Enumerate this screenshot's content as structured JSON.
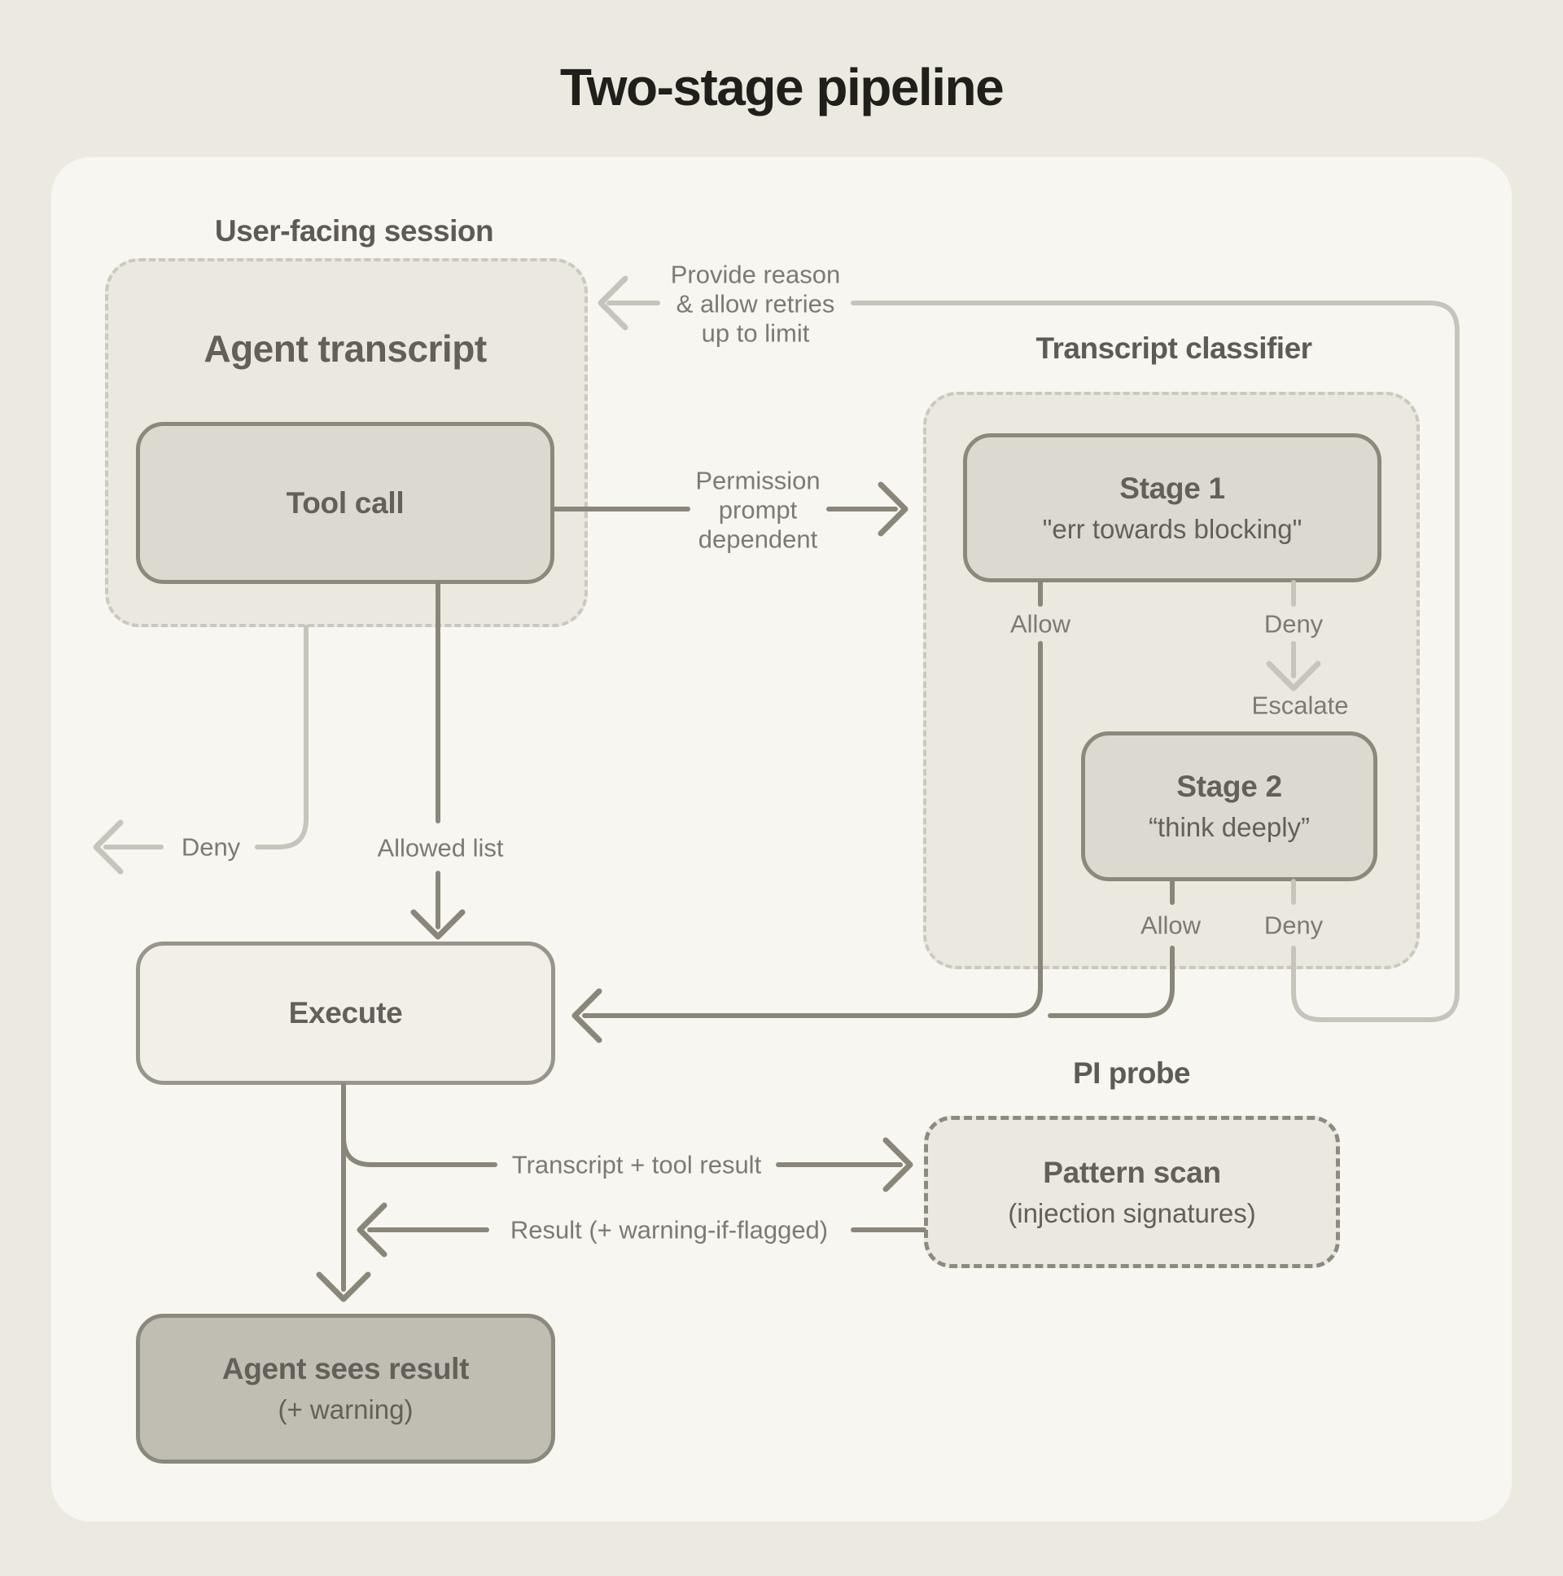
{
  "title": "Two-stage pipeline",
  "session": {
    "label": "User-facing session",
    "heading": "Agent transcript",
    "tool_call_label": "Tool call"
  },
  "classifier": {
    "label": "Transcript classifier",
    "stage1": {
      "title": "Stage 1",
      "subtitle": "\"err towards blocking\""
    },
    "stage2": {
      "title": "Stage 2",
      "subtitle": "“think deeply”"
    },
    "stage1_allow": "Allow",
    "stage1_deny": "Deny",
    "escalate": "Escalate",
    "stage2_allow": "Allow",
    "stage2_deny": "Deny"
  },
  "execute": {
    "label": "Execute"
  },
  "probe": {
    "label": "PI probe",
    "title": "Pattern scan",
    "subtitle": "(injection signatures)"
  },
  "result": {
    "title": "Agent sees result",
    "subtitle": "(+ warning)"
  },
  "edges": {
    "feedback_line1": "Provide reason",
    "feedback_line2": "& allow retries",
    "feedback_line3": "up to limit",
    "permission_line1": "Permission",
    "permission_line2": "prompt",
    "permission_line3": "dependent",
    "deny_left": "Deny",
    "allowed_list": "Allowed list",
    "to_probe": "Transcript + tool result",
    "from_probe": "Result (+ warning-if-flagged)"
  },
  "colors": {
    "bg_outer": "#ece9e1",
    "bg_panel": "#f8f6f0",
    "group_fill": "#ebe8e0",
    "group_dash": "#cbc8bf",
    "node_fill": "#dcd9d0",
    "node_border": "#8b887c",
    "execute_fill": "#f1efe8",
    "result_fill": "#c0bdb3",
    "line_dark": "#8a877a",
    "line_light": "#c7c4bb",
    "text_title": "#201f1b",
    "text_heading": "#5e5b54",
    "text_node": "#63605a",
    "text_annot": "#7d7a72"
  }
}
